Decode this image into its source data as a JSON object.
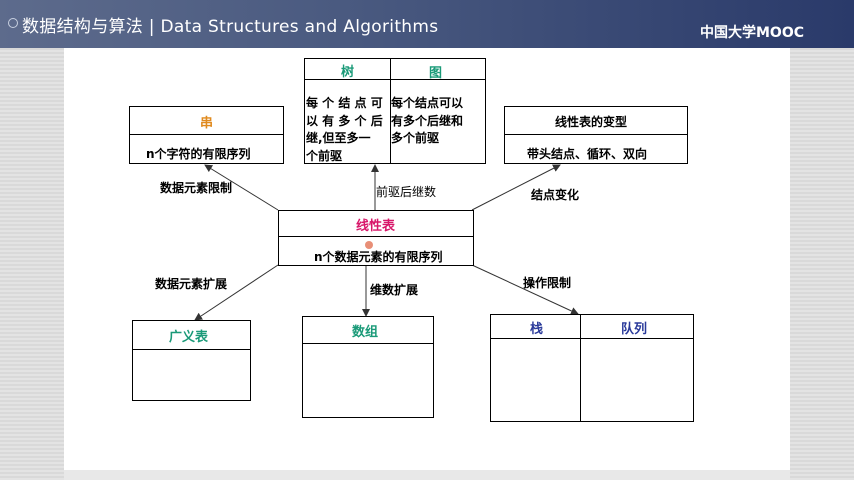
{
  "header": {
    "title": "数据结构与算法 | Data Structures and Algorithms",
    "logo_text": "中国大学MOOC"
  },
  "nodes": {
    "tree_graph": {
      "tree_label": "树",
      "graph_label": "图",
      "tree_desc": [
        "每 个 结 点 可",
        "以 有 多 个 后",
        "继,但至多一",
        "个前驱"
      ],
      "graph_desc": [
        "每个结点可以",
        "有多个后继和",
        "多个前驱"
      ]
    },
    "string": {
      "title": "串",
      "desc": "n个字符的有限序列"
    },
    "variants": {
      "title": "线性表的变型",
      "desc": "带头结点、循环、双向"
    },
    "linear_list": {
      "title": "线性表",
      "desc": "n个数据元素的有限序列"
    },
    "generalized_list": {
      "title": "广义表"
    },
    "array": {
      "title": "数组"
    },
    "stack_queue": {
      "stack_label": "栈",
      "queue_label": "队列"
    }
  },
  "edges": {
    "to_string": "数据元素限制",
    "to_tree_graph": "前驱后继数",
    "to_variants": "结点变化",
    "to_generalized": "数据元素扩展",
    "to_array": "维数扩展",
    "to_stack_queue": "操作限制"
  },
  "colors": {
    "tree_graph": "#1a9a78",
    "string": "#e08a1e",
    "linear_list": "#d8176a",
    "generalized_list": "#1a9a78",
    "array": "#1a9a78",
    "stack_queue": "#2a3a9a"
  }
}
